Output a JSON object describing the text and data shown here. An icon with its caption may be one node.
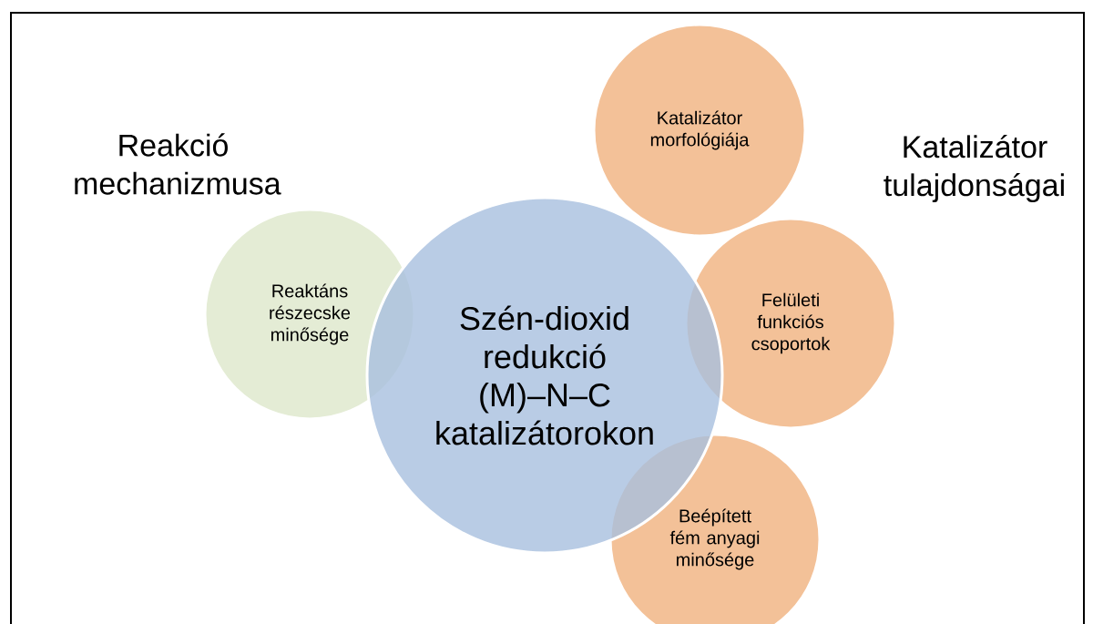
{
  "diagram": {
    "nodes": [
      {
        "text": [
          "Szén-dioxid redukció (M)–N–C katalizátorokon"
        ]
      },
      {
        "text": [
          "Reaktáns részecske minősége"
        ]
      },
      {
        "text": [
          "Katalizátor morfológiája"
        ]
      },
      {
        "text": [
          "Felületi funkciós csoportok"
        ]
      },
      {
        "text": [
          "Beépített fém anyagi minősége"
        ]
      }
    ],
    "edges": [],
    "labels": [
      "Reakció mechanizmusa",
      "Katalizátor tulajdonságai"
    ]
  }
}
